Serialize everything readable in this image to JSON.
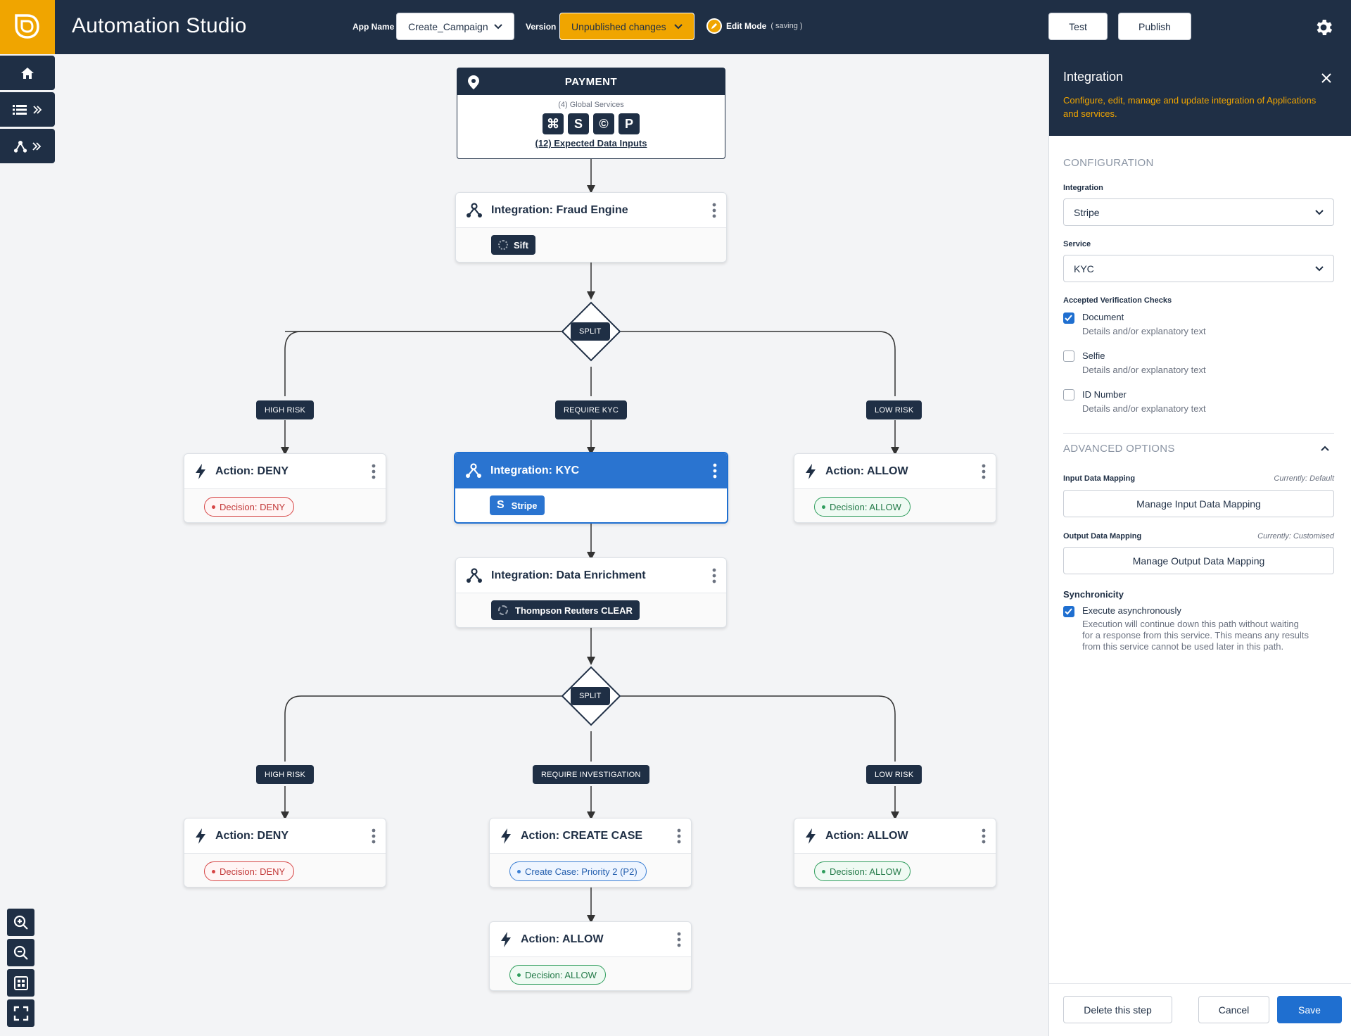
{
  "header": {
    "title": "Automation Studio",
    "app_name_label": "App Name",
    "app_name_value": "Create_Campaign",
    "version_label": "Version",
    "version_value": "Unpublished changes",
    "edit_mode_label": "Edit Mode",
    "edit_mode_status": "( saving )",
    "test_label": "Test",
    "publish_label": "Publish"
  },
  "colors": {
    "navy": "#1f2f45",
    "accent": "#f0a500",
    "selected": "#2a74d0",
    "deny": "#d64545",
    "allow": "#2e9d5c",
    "case": "#3b7fd4"
  },
  "flow": {
    "payment": {
      "title": "PAYMENT",
      "services_label": "(4) Global Services",
      "services": [
        "⌘",
        "S",
        "©",
        "P"
      ],
      "inputs_link": "(12) Expected Data Inputs"
    },
    "fraud": {
      "title": "Integration: Fraud Engine",
      "chip": "Sift"
    },
    "split1": {
      "label": "SPLIT",
      "branches": [
        "HIGH RISK",
        "REQUIRE KYC",
        "LOW RISK"
      ]
    },
    "deny1": {
      "title": "Action: DENY",
      "pill": "Decision: DENY"
    },
    "kyc": {
      "title": "Integration: KYC",
      "chip": "Stripe"
    },
    "allow1": {
      "title": "Action: ALLOW",
      "pill": "Decision: ALLOW"
    },
    "enrich": {
      "title": "Integration: Data Enrichment",
      "chip": "Thompson Reuters CLEAR"
    },
    "split2": {
      "label": "SPLIT",
      "branches": [
        "HIGH RISK",
        "REQUIRE INVESTIGATION",
        "LOW RISK"
      ]
    },
    "deny2": {
      "title": "Action: DENY",
      "pill": "Decision: DENY"
    },
    "case": {
      "title": "Action: CREATE CASE",
      "pill": "Create Case: Priority 2 (P2)"
    },
    "allow2": {
      "title": "Action: ALLOW",
      "pill": "Decision: ALLOW"
    },
    "allow3": {
      "title": "Action: ALLOW",
      "pill": "Decision: ALLOW"
    }
  },
  "panel": {
    "title": "Integration",
    "description": "Configure, edit, manage and update integration of Applications and services.",
    "config_title": "CONFIGURATION",
    "integration_label": "Integration",
    "integration_value": "Stripe",
    "service_label": "Service",
    "service_value": "KYC",
    "checks_label": "Accepted Verification Checks",
    "checks": [
      {
        "title": "Document",
        "desc": "Details and/or explanatory text",
        "checked": true
      },
      {
        "title": "Selfie",
        "desc": "Details and/or explanatory text",
        "checked": false
      },
      {
        "title": "ID Number",
        "desc": "Details and/or explanatory text",
        "checked": false
      }
    ],
    "advanced_title": "ADVANCED OPTIONS",
    "input_mapping_label": "Input Data Mapping",
    "input_mapping_note": "Currently: Default",
    "input_mapping_btn": "Manage Input Data Mapping",
    "output_mapping_label": "Output Data Mapping",
    "output_mapping_note": "Currently: Customised",
    "output_mapping_btn": "Manage Output Data Mapping",
    "sync_label": "Synchronicity",
    "sync_option": "Execute asynchronously",
    "sync_desc_1": "Execution will continue down this path without waiting",
    "sync_desc_2": "for a response from this service. This means any results",
    "sync_desc_3": "from this service cannot be used later in this path.",
    "delete_label": "Delete this step",
    "cancel_label": "Cancel",
    "save_label": "Save"
  }
}
